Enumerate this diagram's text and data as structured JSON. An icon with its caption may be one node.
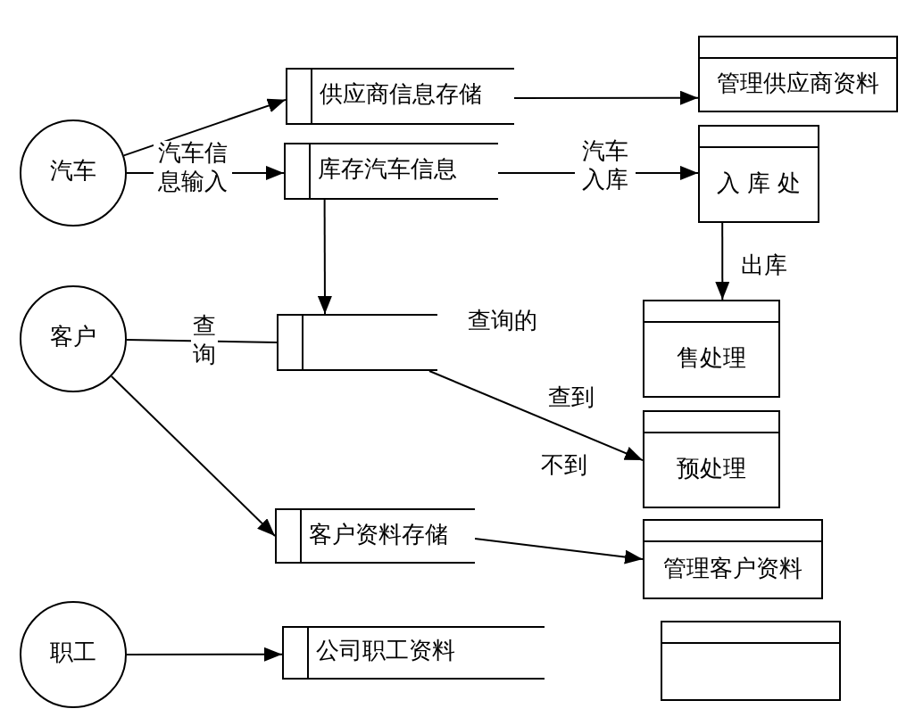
{
  "diagram": {
    "nodes": [
      {
        "text": [
          "汽车"
        ]
      },
      {
        "text": [
          "供应商信息存储"
        ]
      },
      {
        "text": [
          "管理供应商资料"
        ]
      },
      {
        "text": [
          "库存汽车信息"
        ]
      },
      {
        "text": [
          "入 库 处"
        ]
      },
      {
        "text": [
          "客户"
        ]
      },
      {
        "text": [],
        "shape": "store"
      },
      {
        "text": [
          "售处理"
        ]
      },
      {
        "text": [
          "预处理"
        ]
      },
      {
        "text": [
          "客户资料存储"
        ]
      },
      {
        "text": [
          "管理客户资料"
        ]
      },
      {
        "text": [
          "职工"
        ]
      },
      {
        "text": [
          "公司职工资料"
        ]
      },
      {
        "text": [],
        "shape": "box"
      }
    ],
    "edges": [
      {
        "from": 0,
        "to": 1,
        "arrow": "to"
      },
      {
        "from": 0,
        "to": 3,
        "arrow": "to",
        "label": "汽车信息输入"
      },
      {
        "from": 1,
        "to": 2,
        "arrow": "to"
      },
      {
        "from": 3,
        "to": 4,
        "arrow": "to",
        "label": "汽车入库"
      },
      {
        "from": 3,
        "to": 6,
        "arrow": "to"
      },
      {
        "from": 4,
        "to": 7,
        "arrow": "to",
        "label": "出库"
      },
      {
        "from": 5,
        "to": 6,
        "arrow": "none",
        "label": "查询"
      },
      {
        "from": 6,
        "to": 8,
        "arrow": "to",
        "label": "查到"
      },
      {
        "from": 5,
        "to": 9,
        "arrow": "to"
      },
      {
        "from": 9,
        "to": 10,
        "arrow": "to"
      },
      {
        "from": 11,
        "to": 12,
        "arrow": "to"
      }
    ],
    "labels": [
      "查询的",
      "不到"
    ]
  }
}
